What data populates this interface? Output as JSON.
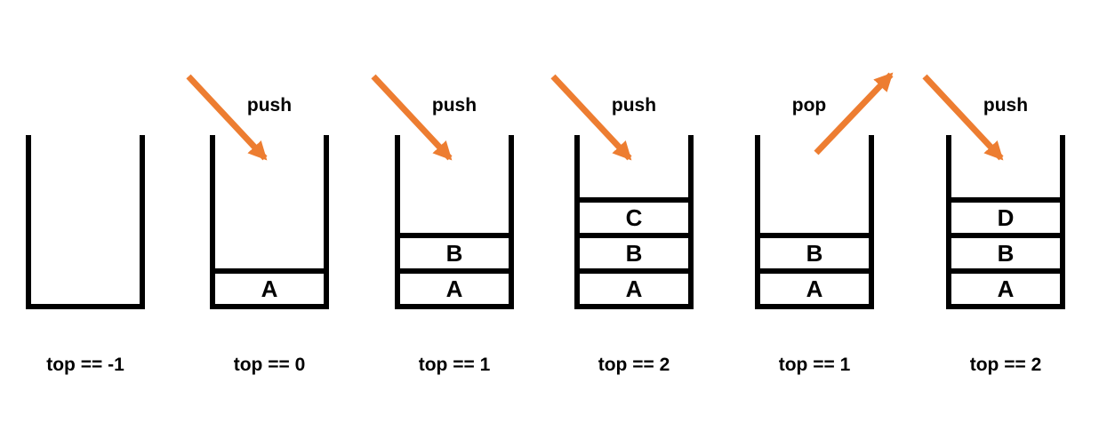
{
  "diagram": {
    "arrow_color": "#ED7D31",
    "line_color": "#000000",
    "panels": [
      {
        "label": "top == -1",
        "operation": "",
        "items_bottom_to_top": []
      },
      {
        "label": "top == 0",
        "operation": "push",
        "items_bottom_to_top": [
          "A"
        ]
      },
      {
        "label": "top == 1",
        "operation": "push",
        "items_bottom_to_top": [
          "A",
          "B"
        ]
      },
      {
        "label": "top == 2",
        "operation": "push",
        "items_bottom_to_top": [
          "A",
          "B",
          "C"
        ]
      },
      {
        "label": "top == 1",
        "operation": "pop",
        "items_bottom_to_top": [
          "A",
          "B"
        ]
      },
      {
        "label": "top == 2",
        "operation": "push",
        "items_bottom_to_top": [
          "A",
          "B",
          "D"
        ]
      }
    ]
  }
}
